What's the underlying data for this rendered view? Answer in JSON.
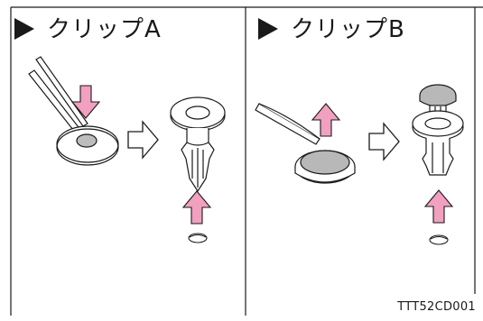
{
  "panels": [
    {
      "title": "クリップA"
    },
    {
      "title": "クリップB"
    }
  ],
  "figure_code": "TTT52CD001",
  "colors": {
    "arrow_fill": "#f2a0bf",
    "line": "#1a1a1a",
    "cap_gray": "#b8b8b8"
  },
  "icons": {
    "panel_marker": "triangle-right",
    "step_arrow": "outline-arrow-right",
    "push_arrow": "pink-arrow"
  }
}
